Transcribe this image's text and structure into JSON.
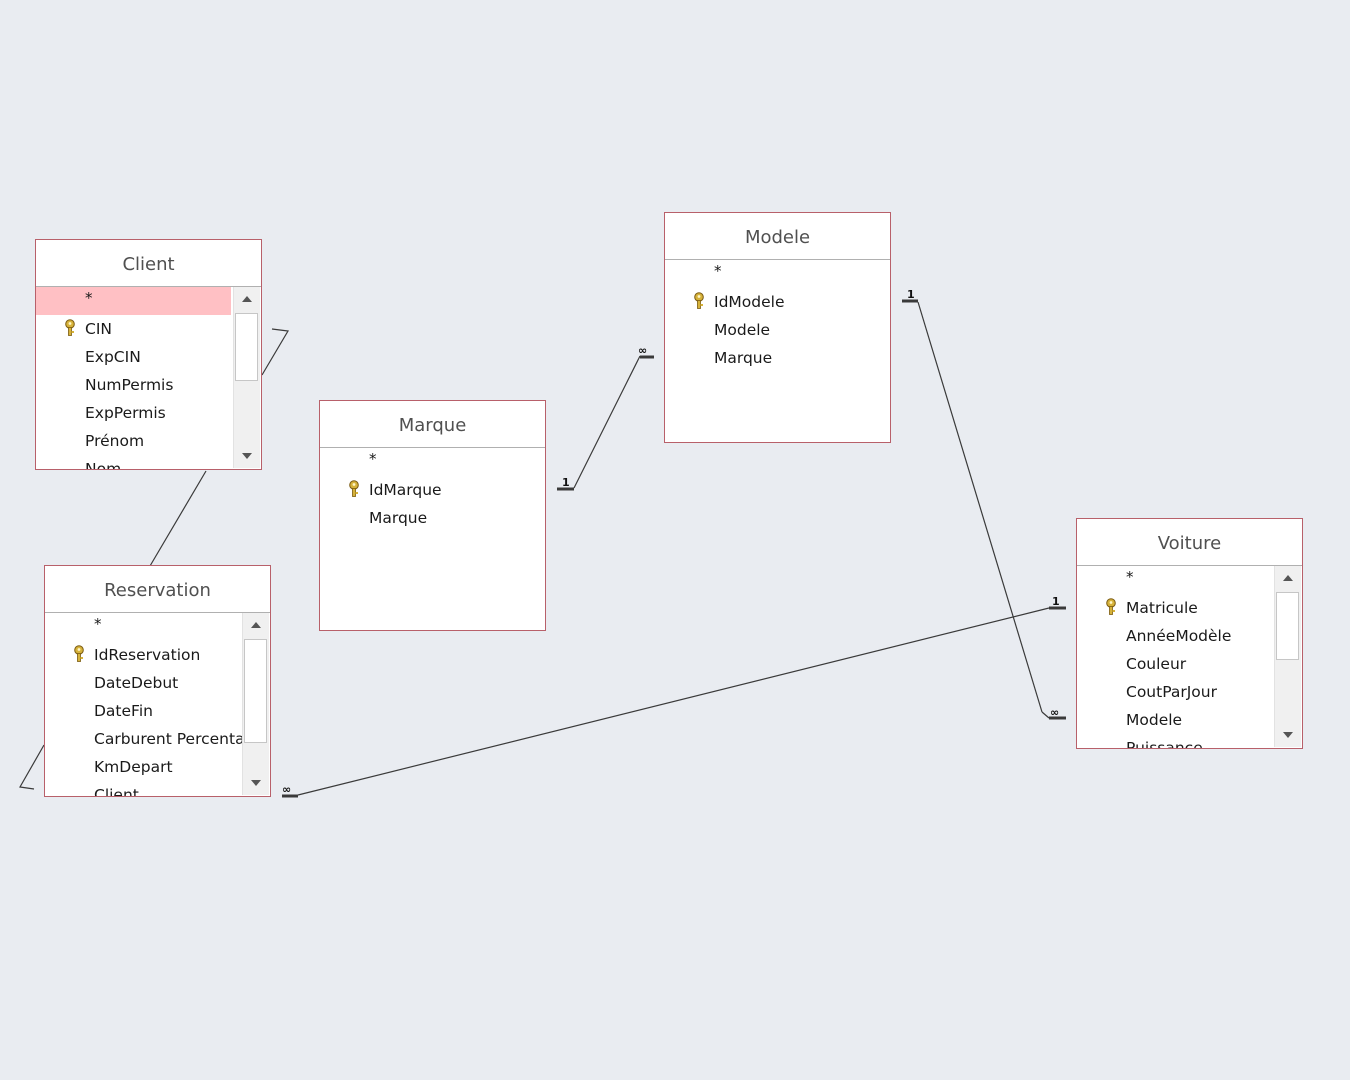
{
  "diagram": {
    "tables": {
      "client": {
        "title": "Client",
        "fields": [
          "*",
          "CIN",
          "ExpCIN",
          "NumPermis",
          "ExpPermis",
          "Prénom",
          "Nom"
        ]
      },
      "reservation": {
        "title": "Reservation",
        "fields": [
          "*",
          "IdReservation",
          "DateDebut",
          "DateFin",
          "Carburent Percentag",
          "KmDepart",
          "Client"
        ]
      },
      "marque": {
        "title": "Marque",
        "fields": [
          "*",
          "IdMarque",
          "Marque"
        ]
      },
      "modele": {
        "title": "Modele",
        "fields": [
          "*",
          "IdModele",
          "Modele",
          "Marque"
        ]
      },
      "voiture": {
        "title": "Voiture",
        "fields": [
          "*",
          "Matricule",
          "AnnéeModèle",
          "Couleur",
          "CoutParJour",
          "Modele",
          "Puissance"
        ]
      }
    },
    "cardinality": {
      "one": "1",
      "many": "∞"
    },
    "colors": {
      "background": "#e9ecf1",
      "table_border": "#b8606a",
      "selected_row": "#ffc0c4",
      "key_icon": "#c9a227"
    }
  }
}
